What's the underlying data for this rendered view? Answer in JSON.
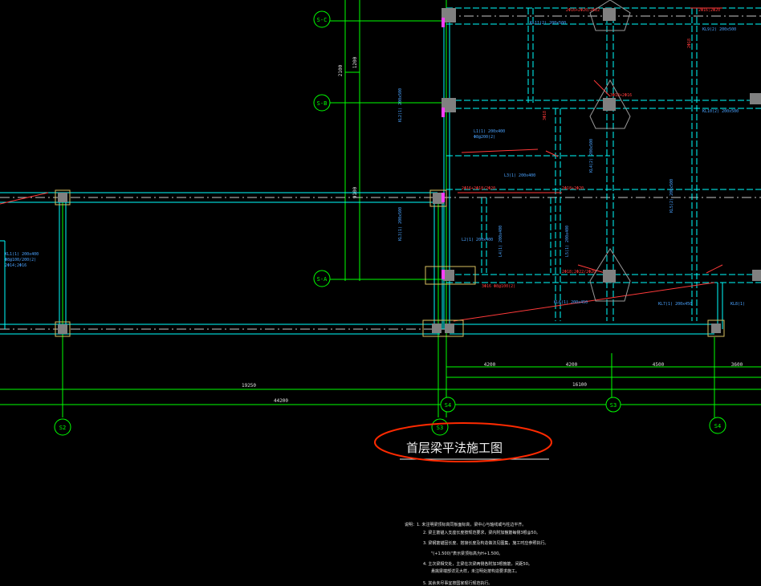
{
  "drawing": {
    "title": "首层梁平法施工图",
    "colors": {
      "background": "#000000",
      "grid": "#00ff00",
      "dim": "#00ff00",
      "beam": "#00ffff",
      "beam_text": "#4aa3ff",
      "annot": "#ff3a3a",
      "column": "#d8c060",
      "column_fill": "#808080",
      "magenta": "#ff40ff",
      "highlight": "#ff2a00",
      "notes": "#e8e8e8"
    },
    "axes": {
      "vertical": [
        "S2",
        "S3",
        "S4",
        "S3",
        "S4"
      ],
      "horizontal": [
        "S-C",
        "S-B",
        "S-A"
      ]
    },
    "dimensions": {
      "bottom_total": "44200",
      "bottom_left": "19250",
      "bottom_right_total": "16100",
      "bottom_spans": [
        "4200",
        "4200",
        "4500",
        "3600"
      ],
      "left_vertical": [
        "2100",
        "1200",
        "9100"
      ]
    },
    "notes": [
      "说明：1. 未注明梁顶标高同板面标高，梁中心与轴线或与柱边平齐。",
      "2. 梁主筋锚入支座长度按规范要求，梁内附加箍筋每侧3根@50。",
      "3. 梁钢筋锚固长度、搭接长度及构造做法见图集，施工时应参照执行。",
      "\"(+1.500)\"表示梁顶标高为H+1.500。",
      "4. 主次梁相交处，主梁在次梁两侧各附加3根箍筋，间距50。",
      "悬挑梁端部详见大样，未注明处按构造要求施工。",
      "5. 其余未尽事宜按国家现行规范执行。"
    ]
  }
}
